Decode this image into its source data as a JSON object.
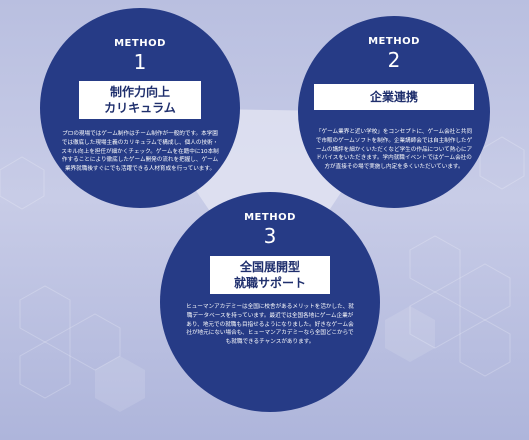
{
  "colors": {
    "circle": "#263b86",
    "background": "#c9cde6",
    "title_box": "#ffffff",
    "title_text": "#1f2f6d"
  },
  "methods": [
    {
      "label": "METHOD",
      "number": "1",
      "title_lines": [
        "制作力向上",
        "カリキュラム"
      ],
      "description": "プロの現場ではゲーム制作はチーム制作が一般的です。本学園では徹底した現場主義のカリキュラムで構成し、個人の技術・スキル向上を担任が細かくチェック。ゲームを在籍中に10本制作することにより徹底したゲーム開発の流れを把握し、ゲーム業界就職後すぐにでも活躍できる人材育成を行っています。"
    },
    {
      "label": "METHOD",
      "number": "2",
      "title_lines": [
        "企業連携"
      ],
      "description": "「ゲーム業界と近い学校」をコンセプトに、ゲーム会社と共同で市販のゲームソフトを制作。企業講師会では自主制作したゲームの講評を細かくいただくなど学生の作品について熱心にアドバイスをいただきます。学内就職イベントではゲーム会社の方が直接その場で実施し内定を多くいただいています。"
    },
    {
      "label": "METHOD",
      "number": "3",
      "title_lines": [
        "全国展開型",
        "就職サポート"
      ],
      "description": "ヒューマンアカデミーは全国に校舎があるメリットを活かした、就職データベースを持っています。最近では全国各地にゲーム企業があり、地元での就職も目指せるようになりました。好きなゲーム会社が地元にない場合も、ヒューマンアカデミーなら全国どこからでも就職できるチャンスがあります。"
    }
  ]
}
